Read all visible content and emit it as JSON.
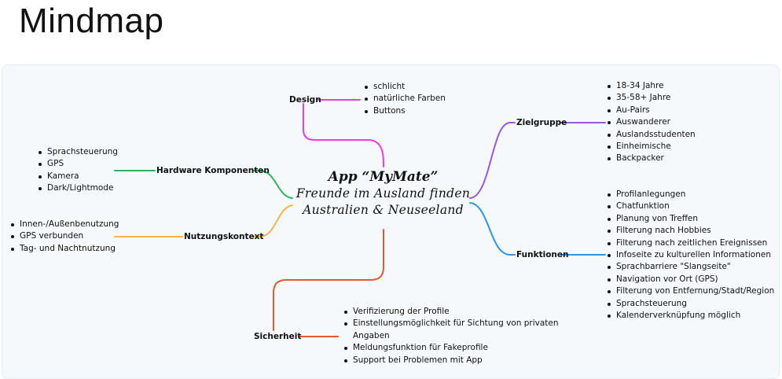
{
  "page": {
    "title": "Mindmap"
  },
  "center": {
    "title": "App “MyMate”",
    "line2": "Freunde im Ausland finden",
    "line3": "Australien & Neuseeland"
  },
  "branches": [
    {
      "key": "design",
      "label": "Design",
      "color": "#e83ee0",
      "items": [
        "schlicht",
        "natürliche Farben",
        "Buttons"
      ]
    },
    {
      "key": "zielgruppe",
      "label": "Zielgruppe",
      "color": "#9b55e6",
      "items": [
        "18-34 Jahre",
        "35-58+ Jahre",
        "Au-Pairs",
        "Auswanderer",
        "Auslandsstudenten",
        "Einheimische",
        "Backpacker"
      ]
    },
    {
      "key": "funktionen",
      "label": "Funktionen",
      "color": "#2b96ea",
      "items": [
        "Profilanlegungen",
        "Chatfunktion",
        "Planung von Treffen",
        "Filterung nach Hobbies",
        "Filterung nach zeitlichen Ereignissen",
        "Infoseite zu kulturellen Informationen",
        "Sprachbarriere \"Slangseite\"",
        "Navigation vor Ort (GPS)",
        "Filterung von Entfernung/Stadt/Region",
        "Sprachsteuerung",
        "Kalenderverknüpfung möglich"
      ]
    },
    {
      "key": "hardware",
      "label": "Hardware Komponenten",
      "color": "#2fb35a",
      "items": [
        "Sprachsteuerung",
        "GPS",
        "Kamera",
        "Dark/Lightmode"
      ]
    },
    {
      "key": "nutzung",
      "label": "Nutzungskontext",
      "color": "#f2b640",
      "items": [
        "Innen-/Außenbenutzung",
        "GPS verbunden",
        "Tag- und Nachtnutzung"
      ]
    },
    {
      "key": "sicherheit",
      "label": "Sicherheit",
      "color": "#e35a2e",
      "items": [
        "Verifizierung der Profile",
        "Einstellungsmöglichkeit für Sichtung von privaten",
        "Angaben",
        "Meldungsfunktion für Fakeprofile",
        "Support bei Problemen mit App"
      ]
    }
  ]
}
